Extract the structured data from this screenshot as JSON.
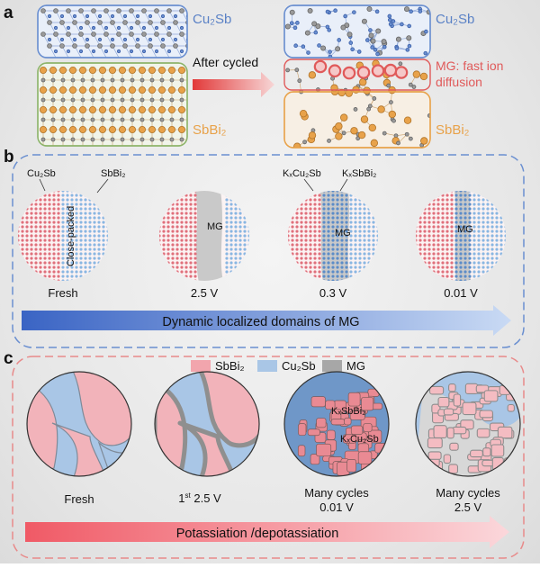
{
  "panel_a": {
    "label": "a",
    "top_phase": "Cu₂Sb",
    "bottom_phase": "SbBi₂",
    "arrow_text": "After cycled",
    "mg_line1": "MG: fast ion",
    "mg_line2": "diffusion"
  },
  "panel_b": {
    "label": "b",
    "cu2sb": "Cu₂Sb",
    "sbbi2": "SbBi₂",
    "close_packed": "Close-packed",
    "kcu2sb": "KₓCu₂Sb",
    "ksbbi2": "KₓSbBi₂",
    "mg": "MG",
    "stages": [
      "Fresh",
      "2.5 V",
      "0.3 V",
      "0.01 V"
    ],
    "arrow_text": "Dynamic localized domains of MG"
  },
  "panel_c": {
    "label": "c",
    "legend": [
      "SbBi₂",
      "Cu₂Sb",
      "MG"
    ],
    "ksbbi2": "KₓSbBi₂",
    "kcu2sb": "KₓCu₂Sb",
    "captions": [
      {
        "line1": "Fresh",
        "line2": ""
      },
      {
        "line1": "1st 2.5 V",
        "line2": ""
      },
      {
        "line1": "Many cycles",
        "line2": "0.01 V"
      },
      {
        "line1": "Many cycles",
        "line2": "2.5 V"
      }
    ],
    "arrow_text": "Potassiation /depotassiation"
  },
  "colors": {
    "cu2sb_blue": "#6a8fd0",
    "sbbi2_pink": "#f2a5ad",
    "mg_gray": "#a7a7a7",
    "mg_red": "#e05a5a",
    "atom_orange": "#e8a24a"
  }
}
